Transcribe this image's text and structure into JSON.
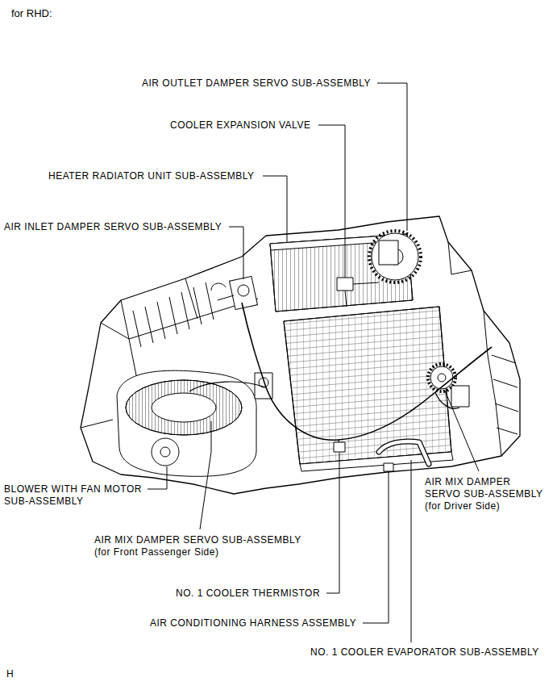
{
  "diagram": {
    "title": "for RHD:",
    "labels": [
      "AIR OUTLET DAMPER SERVO SUB-ASSEMBLY",
      "COOLER EXPANSION VALVE",
      "HEATER RADIATOR UNIT SUB-ASSEMBLY",
      "AIR INLET DAMPER SERVO SUB-ASSEMBLY",
      "BLOWER WITH FAN MOTOR SUB-ASSEMBLY",
      "AIR MIX DAMPER SERVO SUB-ASSEMBLY (for Driver Side)",
      "AIR MIX DAMPER SERVO SUB-ASSEMBLY (for Front Passenger Side)",
      "NO. 1 COOLER THERMISTOR",
      "AIR CONDITIONING HARNESS ASSEMBLY",
      "NO. 1 COOLER EVAPORATOR SUB-ASSEMBLY",
      "H"
    ]
  }
}
